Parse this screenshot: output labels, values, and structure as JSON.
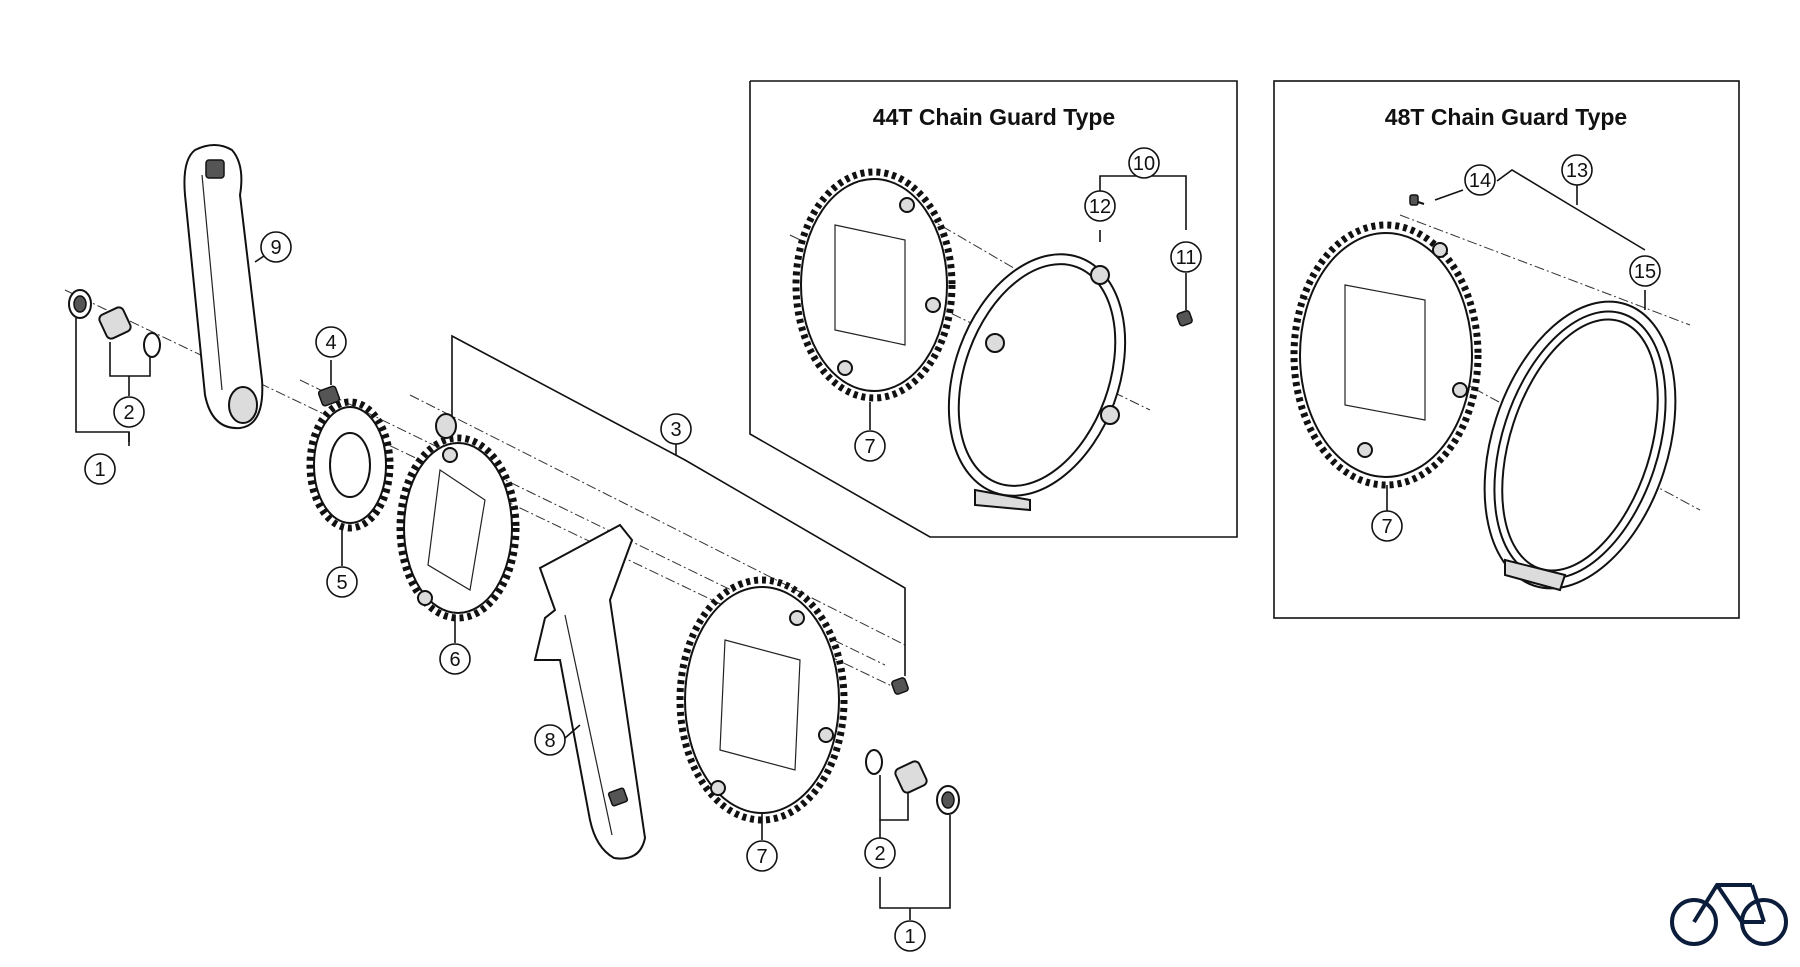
{
  "panels": {
    "guard44": {
      "title": "44T Chain Guard Type"
    },
    "guard48": {
      "title": "48T Chain Guard Type"
    }
  },
  "callouts": {
    "c1a": "1",
    "c2a": "2",
    "c9": "9",
    "c4": "4",
    "c5": "5",
    "c6": "6",
    "c3": "3",
    "c8": "8",
    "c7a": "7",
    "c2b": "2",
    "c1b": "1",
    "c10": "10",
    "c12": "12",
    "c11": "11",
    "c7b": "7",
    "c14": "14",
    "c13": "13",
    "c15": "15",
    "c7c": "7"
  },
  "branding": {
    "logo": "bicycle-logo"
  },
  "colors": {
    "line": "#111111",
    "background": "#ffffff",
    "panel_border": "#111111"
  }
}
